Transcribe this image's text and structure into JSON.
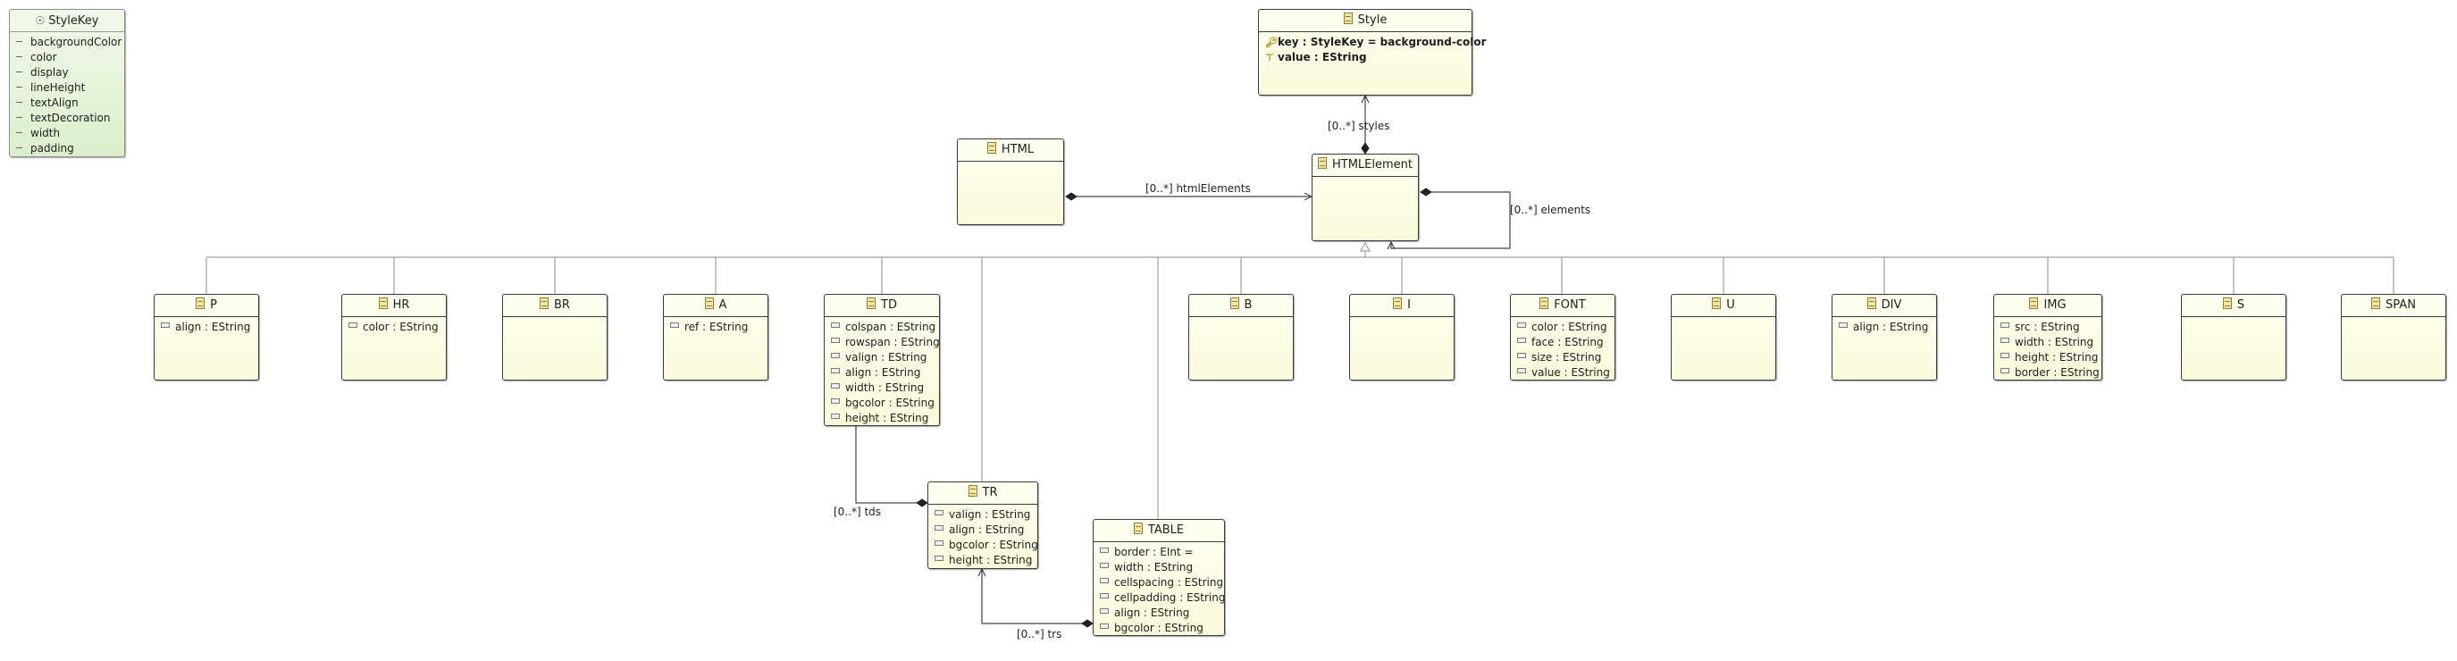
{
  "enums": {
    "stylekey": {
      "name": "StyleKey",
      "icon": "enum-icon",
      "literals": [
        "backgroundColor",
        "color",
        "display",
        "lineHeight",
        "textAlign",
        "textDecoration",
        "width",
        "padding"
      ]
    }
  },
  "classes": {
    "style": {
      "name": "Style",
      "icon": "class-icon",
      "attrs": [
        {
          "text": "key : StyleKey = background-color",
          "icon": "key-icon"
        },
        {
          "text": "value : EString",
          "icon": "pin-icon"
        }
      ]
    },
    "html": {
      "name": "HTML",
      "icon": "class-icon",
      "attrs": []
    },
    "htmlelement": {
      "name": "HTMLElement",
      "icon": "class-icon",
      "attrs": []
    },
    "p": {
      "name": "P",
      "icon": "class-icon",
      "attrs": [
        {
          "text": "align : EString"
        }
      ]
    },
    "hr": {
      "name": "HR",
      "icon": "class-icon",
      "attrs": [
        {
          "text": "color : EString"
        }
      ]
    },
    "br": {
      "name": "BR",
      "icon": "class-icon",
      "attrs": []
    },
    "a": {
      "name": "A",
      "icon": "class-icon",
      "attrs": [
        {
          "text": "ref : EString"
        }
      ]
    },
    "td": {
      "name": "TD",
      "icon": "class-icon",
      "attrs": [
        {
          "text": "colspan : EString"
        },
        {
          "text": "rowspan : EString"
        },
        {
          "text": "valign : EString"
        },
        {
          "text": "align : EString"
        },
        {
          "text": "width : EString"
        },
        {
          "text": "bgcolor : EString"
        },
        {
          "text": "height : EString"
        }
      ]
    },
    "b": {
      "name": "B",
      "icon": "class-icon",
      "attrs": []
    },
    "i": {
      "name": "I",
      "icon": "class-icon",
      "attrs": []
    },
    "font": {
      "name": "FONT",
      "icon": "class-icon",
      "attrs": [
        {
          "text": "color : EString"
        },
        {
          "text": "face : EString"
        },
        {
          "text": "size : EString"
        },
        {
          "text": "value : EString"
        }
      ]
    },
    "u": {
      "name": "U",
      "icon": "class-icon",
      "attrs": []
    },
    "div": {
      "name": "DIV",
      "icon": "class-icon",
      "attrs": [
        {
          "text": "align : EString"
        }
      ]
    },
    "img": {
      "name": "IMG",
      "icon": "class-icon",
      "attrs": [
        {
          "text": "src : EString"
        },
        {
          "text": "width : EString"
        },
        {
          "text": "height : EString"
        },
        {
          "text": "border : EString"
        }
      ]
    },
    "s": {
      "name": "S",
      "icon": "class-icon",
      "attrs": []
    },
    "span": {
      "name": "SPAN",
      "icon": "class-icon",
      "attrs": []
    },
    "tr": {
      "name": "TR",
      "icon": "class-icon",
      "attrs": [
        {
          "text": "valign : EString"
        },
        {
          "text": "align : EString"
        },
        {
          "text": "bgcolor : EString"
        },
        {
          "text": "height : EString"
        }
      ]
    },
    "table": {
      "name": "TABLE",
      "icon": "class-icon",
      "attrs": [
        {
          "text": "border : EInt ="
        },
        {
          "text": "width : EString"
        },
        {
          "text": "cellspacing : EString"
        },
        {
          "text": "cellpadding : EString"
        },
        {
          "text": "align : EString"
        },
        {
          "text": "bgcolor : EString"
        }
      ]
    }
  },
  "references": {
    "styles": "[0..*] styles",
    "html_elements": "[0..*] htmlElements",
    "elements": "[0..*] elements",
    "tds": "[0..*] tds",
    "trs": "[0..*] trs"
  },
  "inheritance": {
    "parent": "HTMLElement",
    "children": [
      "P",
      "HR",
      "BR",
      "A",
      "TD",
      "TR",
      "TABLE",
      "B",
      "I",
      "FONT",
      "U",
      "DIV",
      "IMG",
      "S",
      "SPAN"
    ]
  },
  "colors": {
    "class_fill": "#fbfadc",
    "enum_fill": "#dcefcc",
    "line": "#5a5a5a",
    "inheritance_line": "#a0a0a0"
  }
}
